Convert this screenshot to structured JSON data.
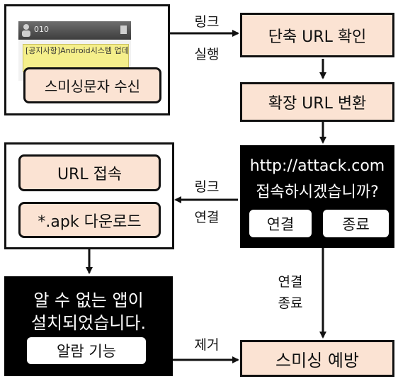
{
  "phone": {
    "sender": "010",
    "sms_preview": "[공지사항]Android시스템 업데이트 다운로드"
  },
  "nodes": {
    "receive_smishing": "스미싱문자 수신",
    "check_short_url": "단축 URL 확인",
    "convert_long_url": "확장 URL 변환",
    "url_access": "URL 접속",
    "apk_download": "*.apk 다운로드",
    "prevent_smishing": "스미싱 예방"
  },
  "dialog": {
    "line1": "http://attack.com",
    "line2": "접속하시겠습니까?",
    "connect_button": "연결",
    "exit_button": "종료"
  },
  "alert": {
    "line1": "알 수 없는 앱이",
    "line2": "설치되었습니다.",
    "button": "알람 기능"
  },
  "edges": {
    "link_run_1": "링크",
    "link_run_2": "실행",
    "link_connect_1": "링크",
    "link_connect_2": "연결",
    "connect_exit_1": "연결",
    "connect_exit_2": "종료",
    "remove": "제거"
  }
}
